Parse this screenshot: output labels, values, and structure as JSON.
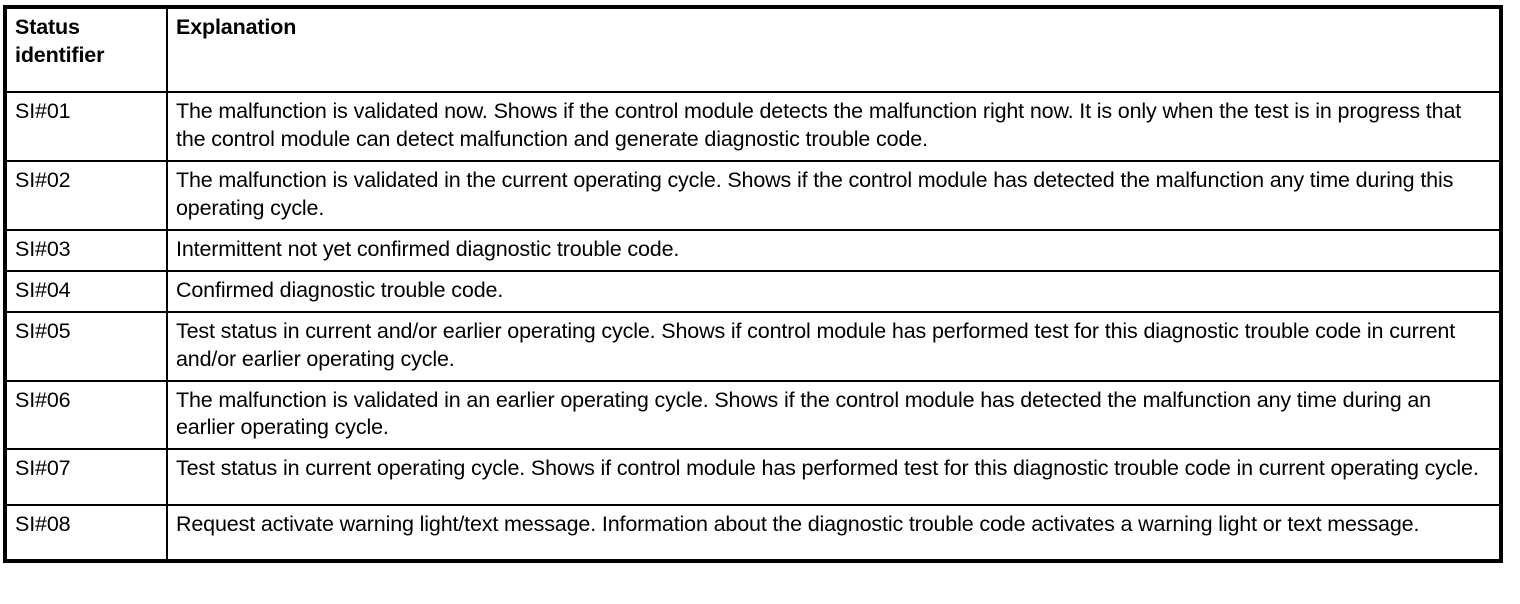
{
  "table": {
    "columns": [
      {
        "key": "status_identifier",
        "label": "Status\nidentifier"
      },
      {
        "key": "explanation",
        "label": "Explanation"
      }
    ],
    "header": {
      "status_identifier": "Status identifier",
      "status_identifier_line1": "Status",
      "status_identifier_line2": "identifier",
      "explanation": "Explanation"
    },
    "rows": [
      {
        "status_identifier": "SI#01",
        "explanation": "The malfunction is validated now. Shows if the control module detects the malfunction right now. It is only when the test is in progress that the control module can detect malfunction and generate diagnostic trouble code."
      },
      {
        "status_identifier": "SI#02",
        "explanation": "The malfunction is validated in the current operating cycle. Shows if the control module has detected the malfunction any time during this operating cycle."
      },
      {
        "status_identifier": "SI#03",
        "explanation": "Intermittent not yet confirmed diagnostic trouble code."
      },
      {
        "status_identifier": "SI#04",
        "explanation": "Confirmed diagnostic trouble code."
      },
      {
        "status_identifier": "SI#05",
        "explanation": "Test status in current and/or earlier operating cycle. Shows if control module has performed test for this diagnostic trouble code in current and/or earlier operating cycle."
      },
      {
        "status_identifier": "SI#06",
        "explanation": "The malfunction is validated in an earlier operating cycle. Shows if the control module has detected the malfunction any time during an earlier operating cycle."
      },
      {
        "status_identifier": "SI#07",
        "explanation": "Test status in current operating cycle. Shows if control module has performed test for this diagnostic trouble code in current operating cycle."
      },
      {
        "status_identifier": "SI#08",
        "explanation": "Request activate warning light/text message. Information about the diagnostic trouble code activates a warning light or text message."
      }
    ]
  },
  "colors": {
    "border": "#000000",
    "text": "#000000",
    "background": "#ffffff"
  }
}
